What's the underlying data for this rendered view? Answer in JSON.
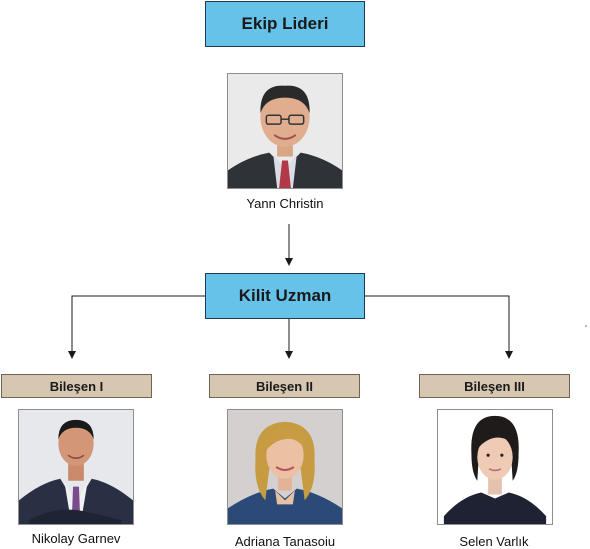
{
  "leader": {
    "title": "Ekip Lideri",
    "name": "Yann Christin",
    "photo_icon": "person-portrait-icon"
  },
  "key_expert": {
    "title": "Kilit Uzman"
  },
  "components": [
    {
      "title": "Bileşen I",
      "name": "Nikolay Garnev",
      "photo_icon": "person-portrait-icon"
    },
    {
      "title": "Bileşen II",
      "name": "Adriana Tanasoiu",
      "photo_icon": "person-portrait-icon"
    },
    {
      "title": "Bileşen III",
      "name": "Selen Varlık",
      "photo_icon": "person-portrait-icon"
    }
  ],
  "colors": {
    "header_box": "#66c2e9",
    "component_box": "#d7c7b1",
    "connector": "#1a1a1a"
  }
}
